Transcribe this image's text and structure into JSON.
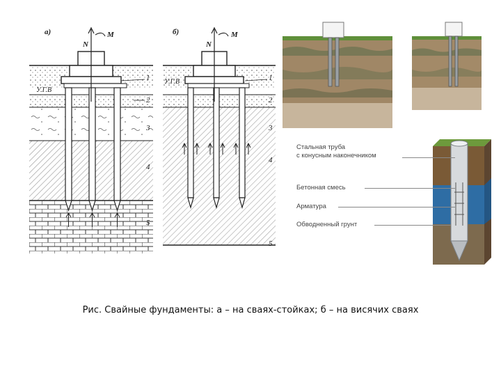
{
  "figure_a": {
    "panel_label": "а)",
    "load_n": "N",
    "moment_m": "M",
    "groundwater": "У.Г.В",
    "layer_labels": [
      "1",
      "2",
      "3",
      "4",
      "5"
    ]
  },
  "figure_b": {
    "panel_label": "б)",
    "load_n": "N",
    "moment_m": "M",
    "groundwater": "У.Г.В",
    "layer_labels": [
      "1",
      "2",
      "3",
      "4",
      "5"
    ]
  },
  "callouts": [
    {
      "lines": [
        "Стальная труба",
        "с конусным наконечником"
      ]
    },
    {
      "lines": [
        "Бетонная смесь"
      ]
    },
    {
      "lines": [
        "Арматура"
      ]
    },
    {
      "lines": [
        "Обводненный грунт"
      ]
    }
  ],
  "caption": "Рис. Свайные фундаменты: а – на сваях-стойках; б – на висячих сваях"
}
